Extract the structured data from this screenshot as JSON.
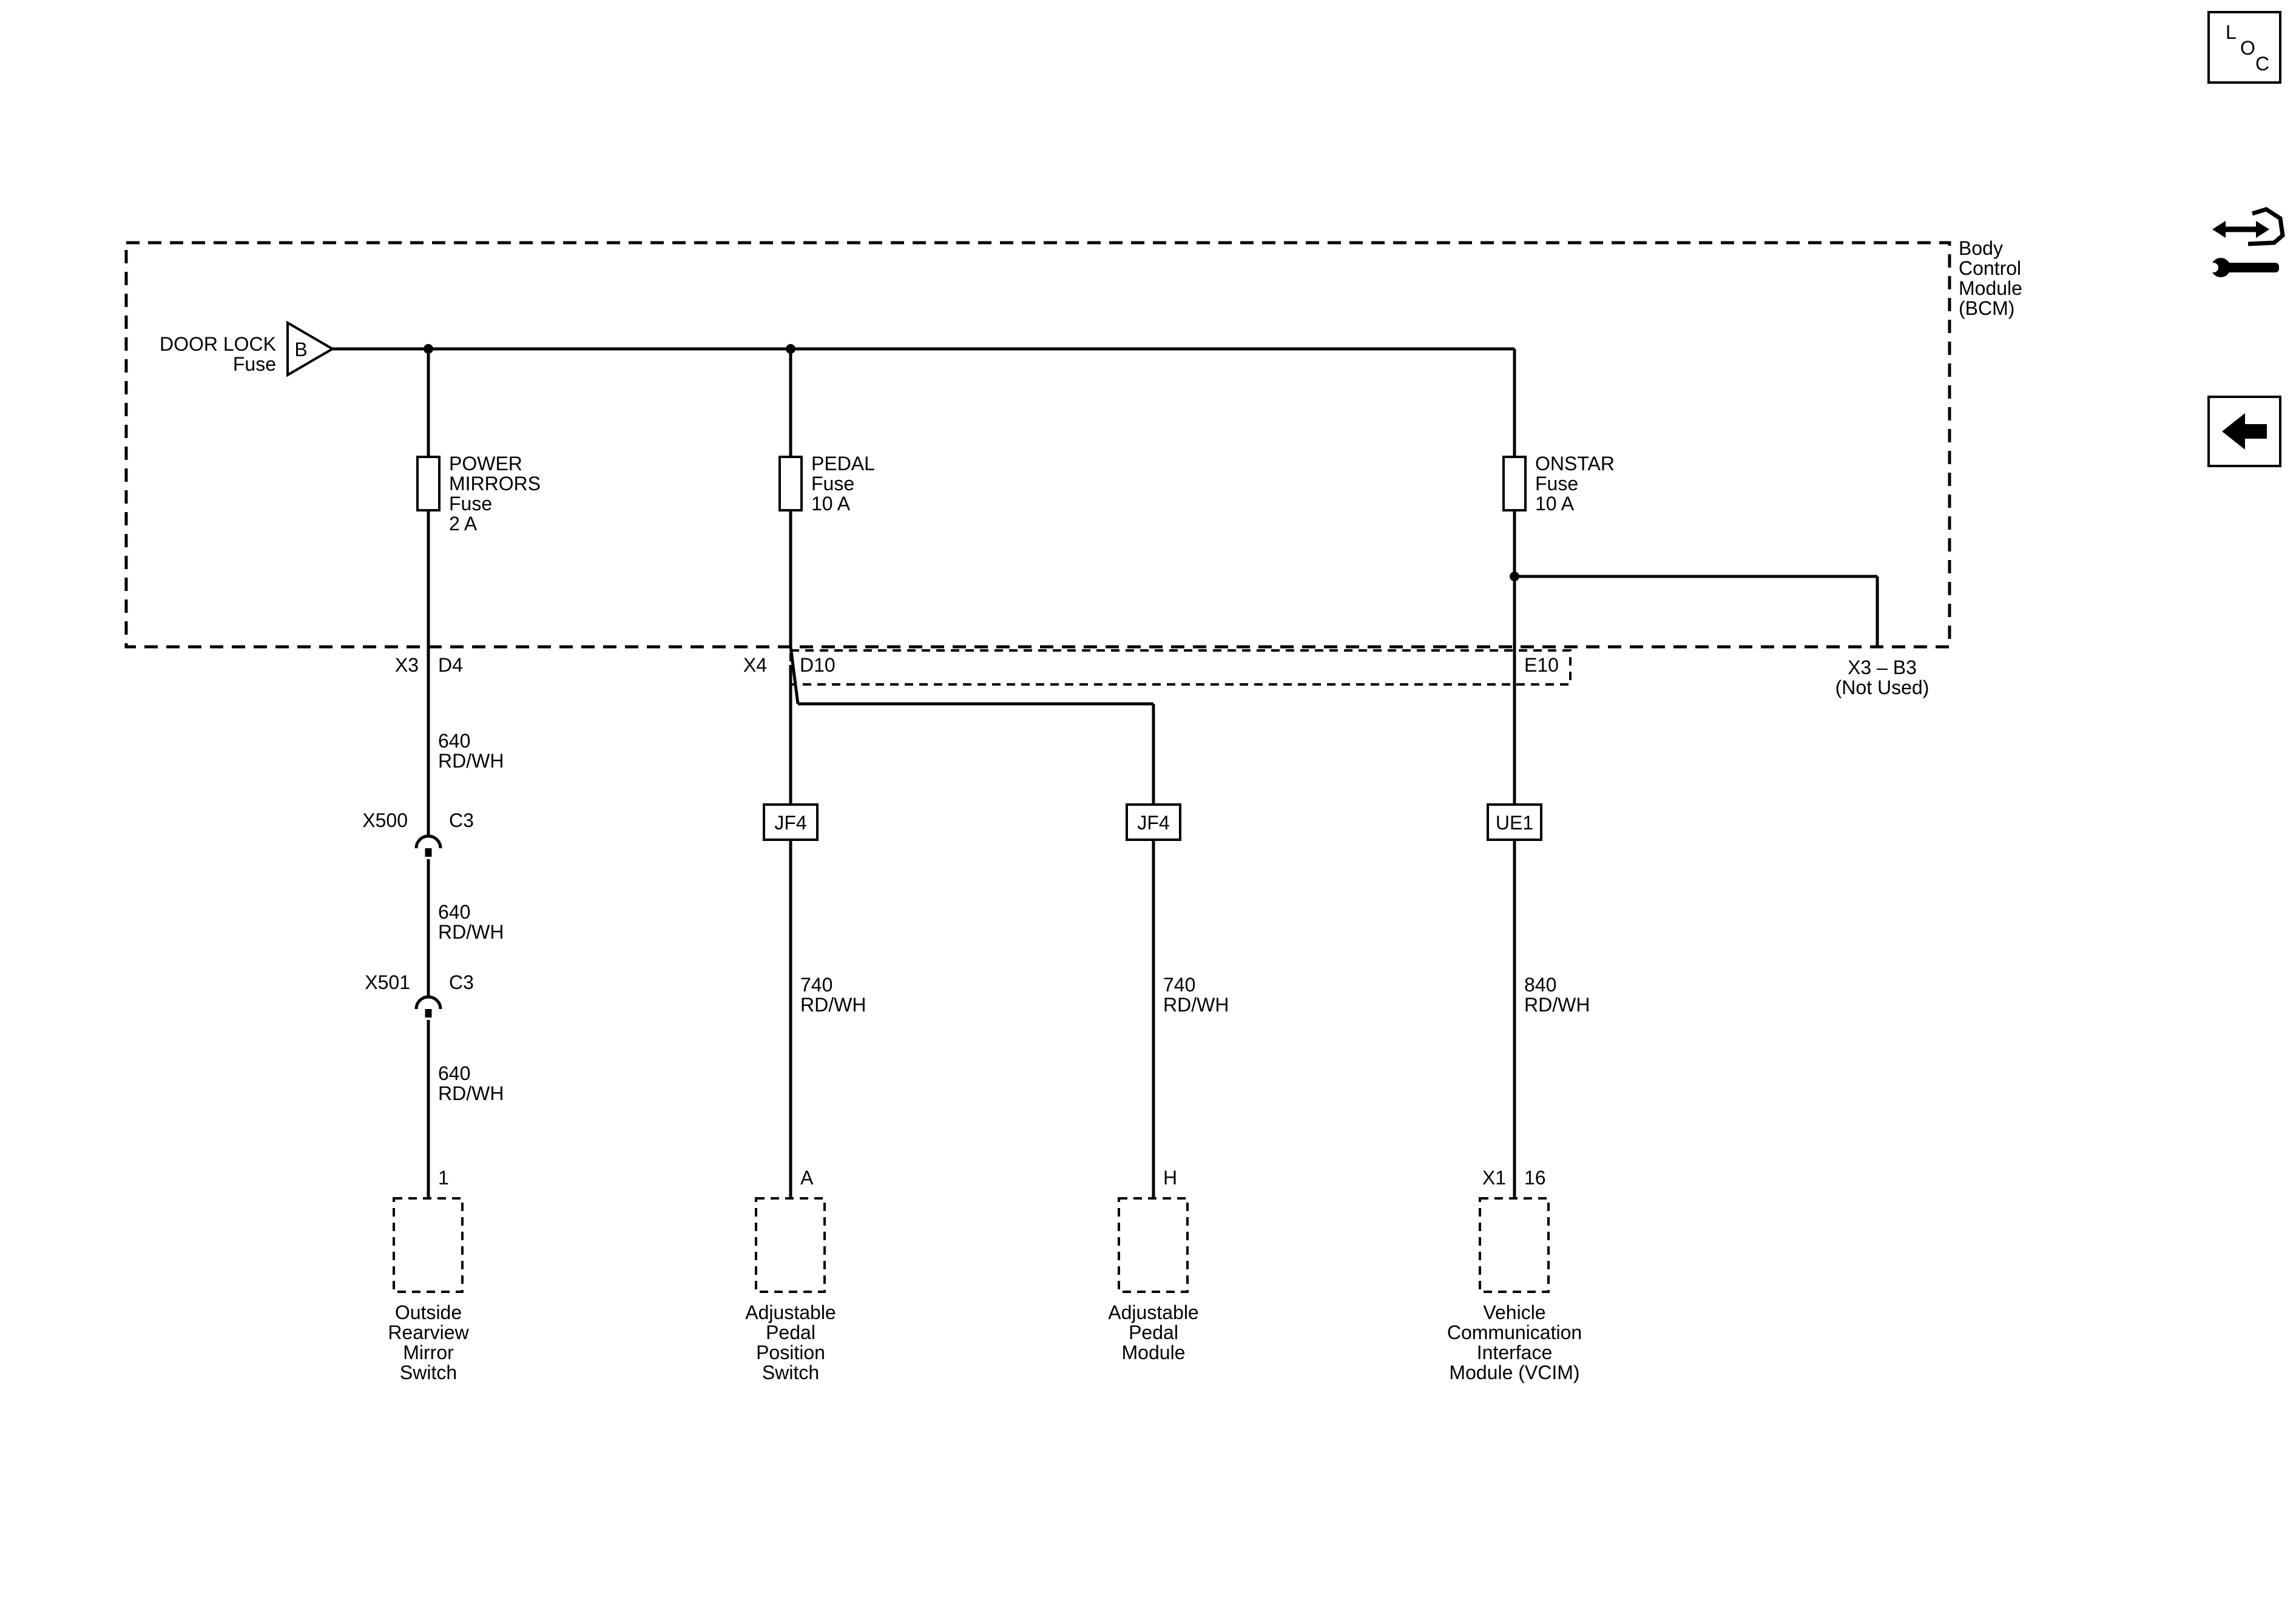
{
  "bcm": {
    "line1": "Body",
    "line2": "Control",
    "line3": "Module",
    "line4": "(BCM)"
  },
  "feed": {
    "line1": "DOOR LOCK",
    "line2": "Fuse",
    "terminal": "B"
  },
  "fuses": {
    "mirrors": {
      "line1": "POWER",
      "line2": "MIRRORS",
      "line3": "Fuse",
      "line4": "2 A"
    },
    "pedal": {
      "line1": "PEDAL",
      "line2": "Fuse",
      "line3": "10 A"
    },
    "onstar": {
      "line1": "ONSTAR",
      "line2": "Fuse",
      "line3": "10 A"
    }
  },
  "pins": {
    "x3": "X3",
    "d4": "D4",
    "x4": "X4",
    "d10": "D10",
    "e10": "E10",
    "x3b3": "X3 – B3",
    "not_used": "(Not Used)"
  },
  "wires": {
    "w640": {
      "circuit": "640",
      "color": "RD/WH"
    },
    "w740": {
      "circuit": "740",
      "color": "RD/WH"
    },
    "w840": {
      "circuit": "840",
      "color": "RD/WH"
    }
  },
  "connectors": {
    "x500": {
      "name": "X500",
      "pin": "C3"
    },
    "x501": {
      "name": "X501",
      "pin": "C3"
    }
  },
  "splices": {
    "jf4_a": "JF4",
    "jf4_b": "JF4",
    "ue1": "UE1"
  },
  "components": {
    "mirror_switch": {
      "pin": "1",
      "line1": "Outside",
      "line2": "Rearview",
      "line3": "Mirror",
      "line4": "Switch"
    },
    "pedal_switch": {
      "pin": "A",
      "line1": "Adjustable",
      "line2": "Pedal",
      "line3": "Position",
      "line4": "Switch"
    },
    "pedal_module": {
      "pin": "H",
      "line1": "Adjustable",
      "line2": "Pedal",
      "line3": "Module"
    },
    "vcim": {
      "connector": "X1",
      "pin": "16",
      "line1": "Vehicle",
      "line2": "Communication",
      "line3": "Interface",
      "line4": "Module (VCIM)"
    }
  },
  "side_panel": {
    "loc_l": "L",
    "loc_o": "O",
    "loc_c": "C",
    "loc_icon": "location-icon",
    "service_icon": "service-wrench-icon",
    "back_icon": "back-arrow-icon"
  }
}
